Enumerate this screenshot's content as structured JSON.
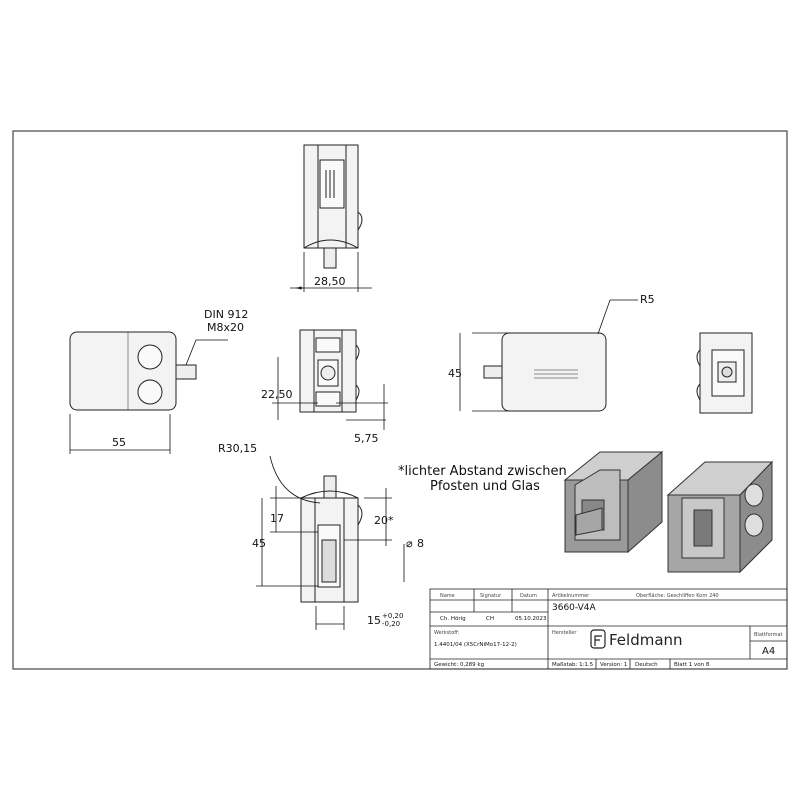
{
  "dimensions": {
    "top_width": "28,50",
    "thread_1": "DIN 912",
    "thread_2": "M8x20",
    "left_width": "55",
    "mid_height": "22,50",
    "mid_offset": "5,75",
    "right_radius": "R5",
    "right_height": "45",
    "radius_large": "R30,15",
    "bottom_17": "17",
    "bottom_45": "45",
    "bottom_20": "20*",
    "bottom_dia": "8",
    "bottom_15": "15",
    "tol_plus": "+0,20",
    "tol_minus": "-0,20"
  },
  "note": {
    "line1": "*lichter Abstand zwischen",
    "line2": "Pfosten und Glas"
  },
  "title_block": {
    "col_name": "Name",
    "col_signatur": "Signatur",
    "col_datum": "Datum",
    "artikelnummer_label": "Artikelnummer",
    "artikelnummer": "3660-V4A",
    "oberflaeche": "Oberfläche: Geschliffen Korn 240",
    "name_val": "Ch. Hörig",
    "sig_val": "CH",
    "date_val": "05.10.2023",
    "hersteller_label": "Hersteller",
    "brand": "Feldmann",
    "blattformat_label": "Blattformat",
    "blattformat": "A4",
    "werkstoff_label": "Werkstoff:",
    "werkstoff": "1.4401/04 (X5CrNiMo17-12-2)",
    "gewicht": "Gewicht: 0,289 kg",
    "massstab": "Maßstab: 1:1.5",
    "version": "Version: 1",
    "sprache": "Deutsch",
    "blatt": "Blatt 1 von 8"
  }
}
